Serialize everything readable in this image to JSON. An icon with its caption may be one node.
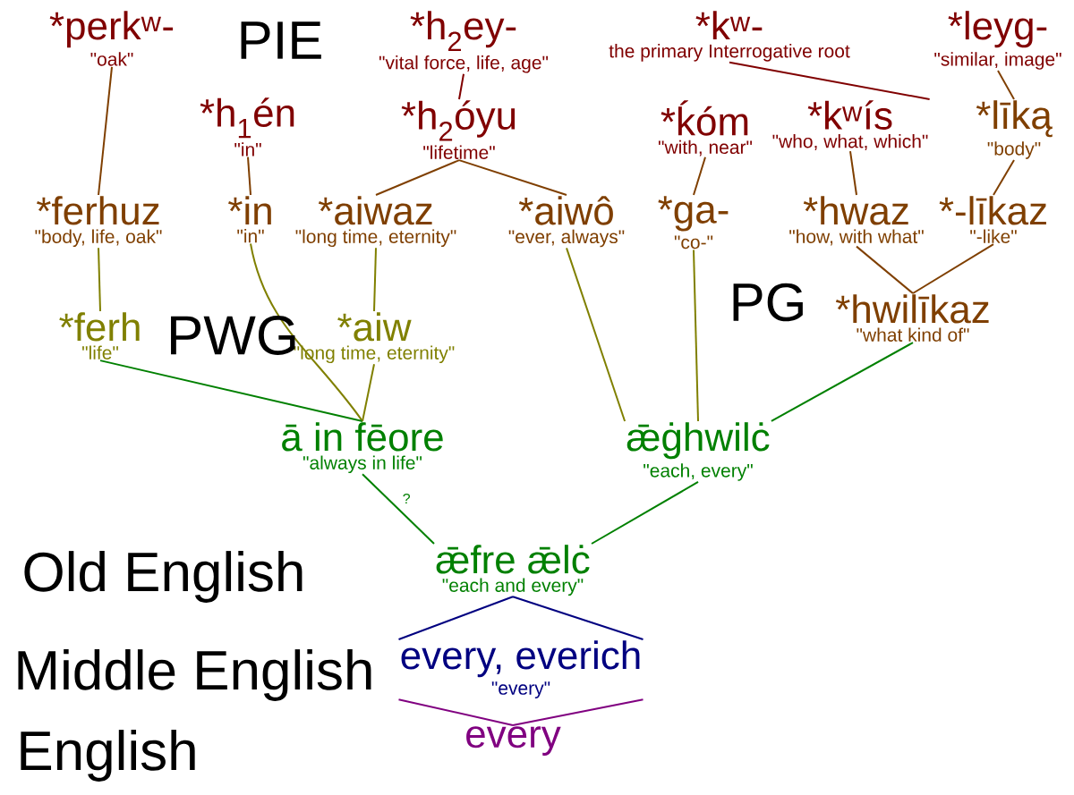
{
  "diagram": {
    "nodes": [
      {
        "text": [
          "*perk$^{w}$-",
          "\"oak\""
        ]
      },
      {
        "text": [
          "*h$_{2}$ey-",
          "\"vital force, life, age\""
        ]
      },
      {
        "text": [
          "*k$^{w}$-",
          "the primary Interrogative root"
        ]
      },
      {
        "text": [
          "*leyg-",
          "\"similar, image\""
        ]
      },
      {
        "text": [
          "*h$_{1}$én",
          "\"in\""
        ]
      },
      {
        "text": [
          "*h$_{2}$óyu",
          "\"lifetime\""
        ]
      },
      {
        "text": [
          "*ḱóm",
          "\"with, near\""
        ]
      },
      {
        "text": [
          "*k$^{w}$ís",
          "\"who, what, which\""
        ]
      },
      {
        "text": [
          "*līką",
          "\"body\""
        ]
      },
      {
        "text": [
          "*ferhuz",
          "\"body, life, oak\""
        ]
      },
      {
        "text": [
          "*in",
          "\"in\""
        ]
      },
      {
        "text": [
          "*aiwaz",
          "\"long time, eternity\""
        ]
      },
      {
        "text": [
          "*aiwô",
          "\"ever, always\""
        ]
      },
      {
        "text": [
          "*ga-",
          "\"co-\""
        ]
      },
      {
        "text": [
          "*hwaz",
          "\"how, with what\""
        ]
      },
      {
        "text": [
          "*-līkaz",
          "\"-like\""
        ]
      },
      {
        "text": [
          "*hwilīkaz",
          "\"what kind of\""
        ]
      },
      {
        "text": [
          "*ferh",
          "\"life\""
        ]
      },
      {
        "text": [
          "*aiw",
          "\"long time, eternity\""
        ]
      },
      {
        "text": [
          "ā in fēore",
          "\"always in life\""
        ]
      },
      {
        "text": [
          "ǣġhwilċ",
          "\"each, every\""
        ]
      },
      {
        "text": [
          "ǣfre ǣlċ",
          "\"each and every\""
        ]
      },
      {
        "text": [
          "every, everich",
          "\"every\""
        ]
      },
      {
        "text": [
          "every"
        ]
      }
    ],
    "edges": [
      {
        "from": 0,
        "to": 9,
        "arrow": "none"
      },
      {
        "from": 1,
        "to": 5,
        "arrow": "none",
        "color": "#800000"
      },
      {
        "from": 2,
        "to": 7,
        "arrow": "none",
        "color": "#800000"
      },
      {
        "from": 3,
        "to": 8,
        "arrow": "none"
      },
      {
        "from": 4,
        "to": 10,
        "arrow": "none"
      },
      {
        "from": 5,
        "to": 11,
        "arrow": "none"
      },
      {
        "from": 5,
        "to": 12,
        "arrow": "none"
      },
      {
        "from": 6,
        "to": 13,
        "arrow": "none"
      },
      {
        "from": 7,
        "to": 14,
        "arrow": "none"
      },
      {
        "from": 8,
        "to": 15,
        "arrow": "none"
      },
      {
        "from": 14,
        "to": 16,
        "arrow": "none"
      },
      {
        "from": 15,
        "to": 16,
        "arrow": "none"
      },
      {
        "from": 9,
        "to": 17,
        "arrow": "none",
        "color": "#808000"
      },
      {
        "from": 11,
        "to": 18,
        "arrow": "none",
        "color": "#808000"
      },
      {
        "from": 10,
        "to": 19,
        "arrow": "none",
        "color": "#808000"
      },
      {
        "from": 17,
        "to": 19,
        "arrow": "none",
        "color": "#008000"
      },
      {
        "from": 18,
        "to": 19,
        "arrow": "none",
        "color": "#808000"
      },
      {
        "from": 12,
        "to": 20,
        "arrow": "none",
        "color": "#808000"
      },
      {
        "from": 13,
        "to": 20,
        "arrow": "none",
        "color": "#808000"
      },
      {
        "from": 16,
        "to": 20,
        "arrow": "none",
        "color": "#008000"
      },
      {
        "from": 19,
        "to": 21,
        "label": "?",
        "arrow": "none",
        "color": "#008000"
      },
      {
        "from": 20,
        "to": 21,
        "arrow": "none",
        "color": "#008000"
      },
      {
        "from": 21,
        "to": 22,
        "arrow": "none",
        "color": "#000080"
      },
      {
        "from": 21,
        "to": 22,
        "arrow": "none",
        "color": "#000080"
      },
      {
        "from": 22,
        "to": 23,
        "arrow": "none",
        "color": "#800080"
      },
      {
        "from": 22,
        "to": 23,
        "arrow": "none",
        "color": "#800080"
      }
    ],
    "labels": [
      "PIE",
      "PWG",
      "PG",
      "Old English",
      "Middle English",
      "English"
    ]
  }
}
